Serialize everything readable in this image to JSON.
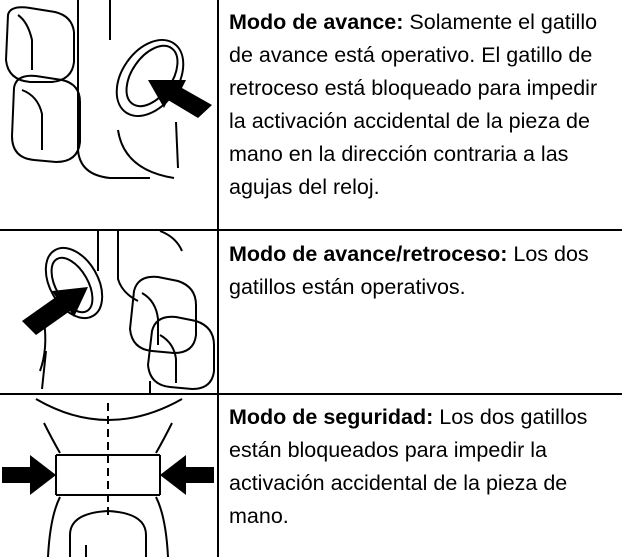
{
  "rows": [
    {
      "title": "Modo de avance:",
      "body": "Solamente el gatillo de avance está operativo. El gatillo de retroceso está bloqueado para impedir la activación accidental de la pieza de mano en la dirección contraria a las agujas del reloj.",
      "icon": "forward-mode-trigger-illustration"
    },
    {
      "title": "Modo de avance/retroceso:",
      "body": "Los dos gatillos están operativos.",
      "icon": "forward-reverse-mode-trigger-illustration"
    },
    {
      "title": "Modo de seguridad:",
      "body": "Los dos gatillos están bloqueados para impedir la activación accidental de la pieza de mano.",
      "icon": "safety-mode-trigger-illustration"
    }
  ]
}
